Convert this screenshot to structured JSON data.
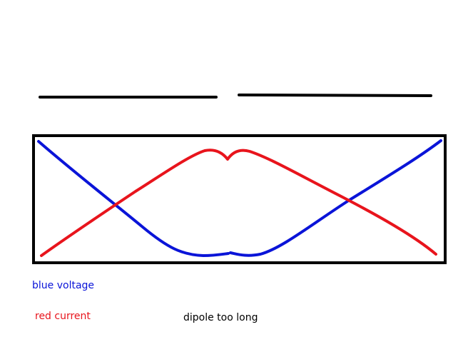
{
  "diagram": {
    "labels": {
      "voltage": "blue voltage",
      "current": "red current",
      "caption": "dipole too long"
    },
    "colors": {
      "voltage": "#0a14d8",
      "current": "#e8141c",
      "frame": "#000000",
      "dipole": "#000000",
      "background": "#ffffff"
    }
  }
}
